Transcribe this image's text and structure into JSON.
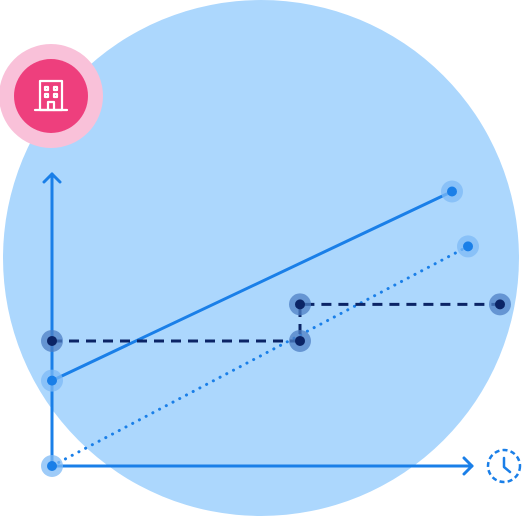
{
  "colors": {
    "background": "#ffffff",
    "disc": "#acd7fd",
    "axis": "#1a7fe8",
    "solid_line": "#1a7fe8",
    "dotted_line": "#1a7fe8",
    "step_line": "#0b2466",
    "point_halo_light": "#7db9f5",
    "point_halo_dark": "#4d7fc4",
    "badge_outer": "#f9c1d9",
    "badge_inner": "#ee3f7d",
    "badge_icon": "#ffffff"
  },
  "icons": {
    "y_axis": "building-icon",
    "x_axis": "clock-icon"
  },
  "series": [
    {
      "id": "solid",
      "style": "solid",
      "points": [
        [
          0,
          0.28
        ],
        [
          1,
          0.9
        ]
      ]
    },
    {
      "id": "dotted",
      "style": "dotted",
      "points": [
        [
          0,
          0.0
        ],
        [
          1.04,
          0.72
        ]
      ]
    },
    {
      "id": "step",
      "style": "dashed",
      "points": [
        [
          0,
          0.41
        ],
        [
          0.62,
          0.41
        ],
        [
          0.62,
          0.53
        ],
        [
          1.12,
          0.53
        ]
      ]
    }
  ]
}
